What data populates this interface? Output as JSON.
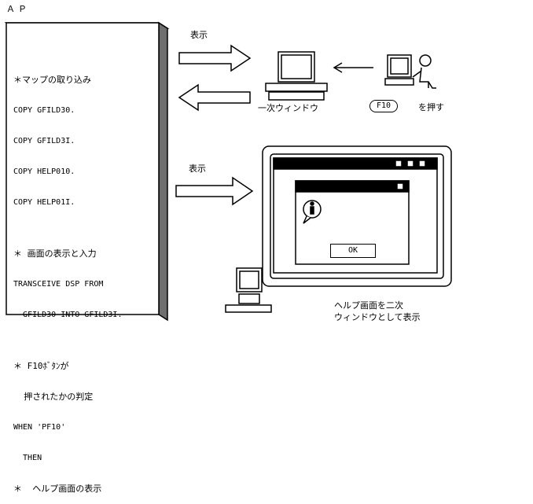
{
  "header": {
    "label": "ＡＰ"
  },
  "program": {
    "lines": [
      "＊マップの取り込み",
      "COPY GFILD30.",
      "COPY GFILD3I.",
      "COPY HELP010.",
      "COPY HELP01I.",
      "",
      "＊ 画面の表示と入力",
      "TRANSCEIVE DSP FROM",
      "  GFILD30 INTO GFILD3I.",
      "",
      "＊ F10ﾎﾞﾀﾝが",
      "  押されたかの判定",
      "WHEN 'PF10'",
      "  THEN",
      "＊  ヘルプ画面の表示"
    ]
  },
  "top_flow": {
    "display_label": "表示",
    "terminal_caption": "一次ウィンドウ",
    "key_label": "F10",
    "key_action": "を押す"
  },
  "bottom_flow": {
    "display_label": "表示",
    "ok_label": "OK",
    "caption_line1": "ヘルプ画面を二次",
    "caption_line2": "ウィンドウとして表示"
  },
  "icons": {
    "terminal": "terminal-icon",
    "operator": "operator-icon",
    "monitor": "monitor-icon",
    "info": "info-icon"
  }
}
